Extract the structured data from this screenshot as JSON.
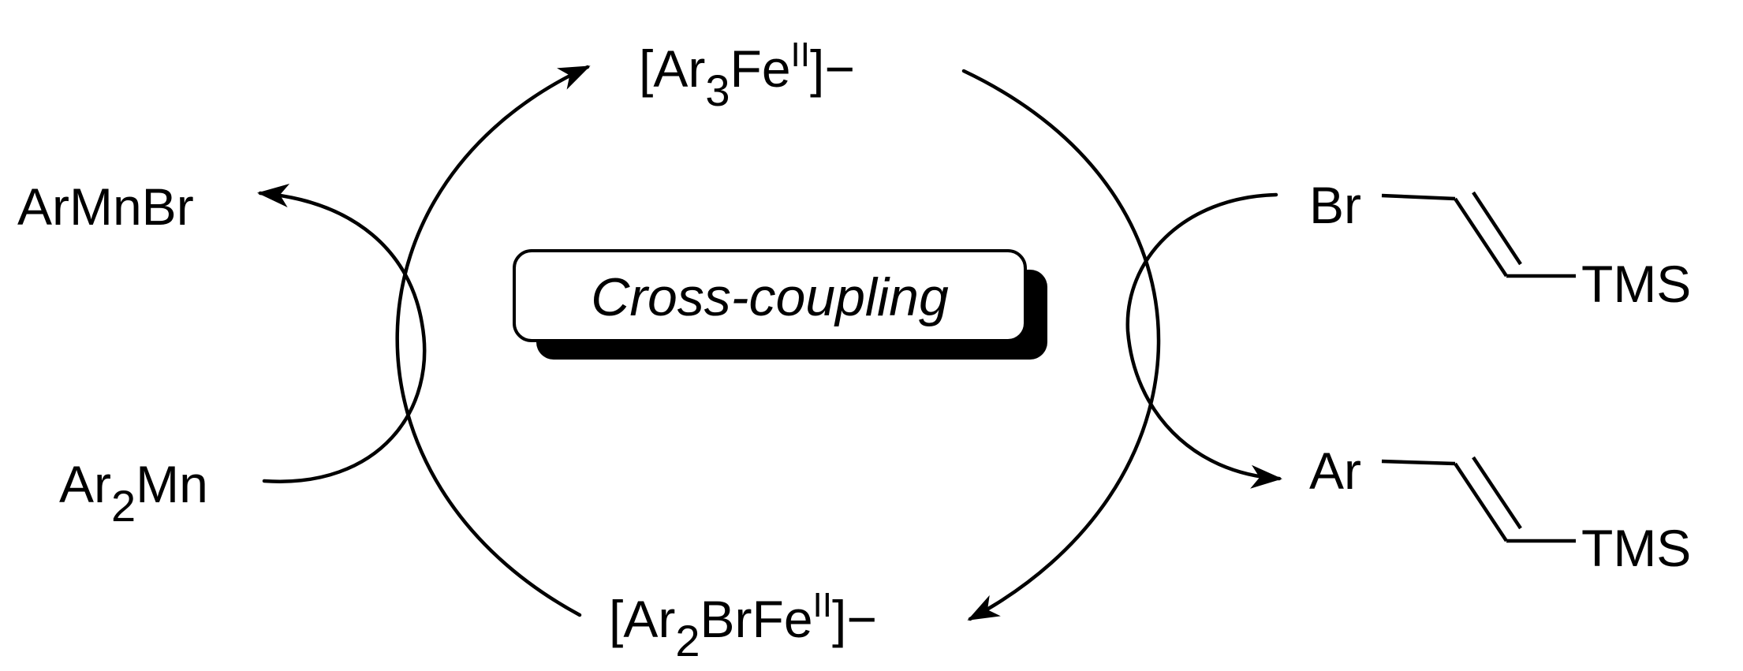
{
  "scheme": {
    "center_label": "Cross-coupling",
    "top_species": {
      "prefix": "[Ar",
      "sub": "3",
      "mid": "Fe",
      "sup": "II",
      "suffix": "]−"
    },
    "bottom_species": {
      "prefix": "[Ar",
      "sub": "2",
      "mid": "BrFe",
      "sup": "II",
      "suffix": "]−"
    },
    "left_top": {
      "text": "ArMnBr"
    },
    "left_bottom": {
      "prefix": "Ar",
      "sub": "2",
      "suffix": "Mn"
    },
    "right_top": {
      "group": "Br",
      "substituent": "TMS"
    },
    "right_bottom": {
      "group": "Ar",
      "substituent": "TMS"
    }
  }
}
